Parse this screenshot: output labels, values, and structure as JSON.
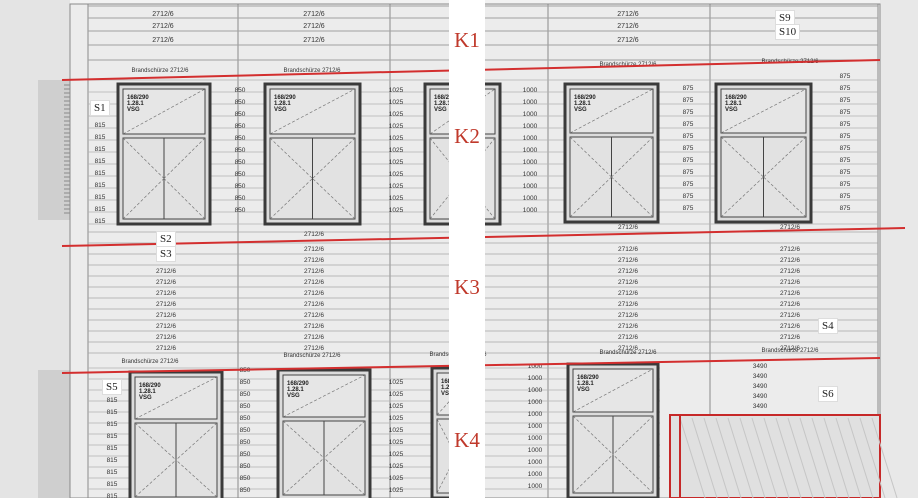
{
  "zones": {
    "k1": "K1",
    "k2": "K2",
    "k3": "K3",
    "k4": "K4"
  },
  "sections": {
    "s1": "S1",
    "s2": "S2",
    "s3": "S3",
    "s4": "S4",
    "s5": "S5",
    "s6": "S6",
    "s9": "S9",
    "s10": "S10"
  },
  "text": {
    "row_value": "2712/6",
    "fire_wall": "Brandschürze 2712/6",
    "window_tag": "168/290\n1.28.1\nVSG",
    "w1000": "1000",
    "w1025": "1025",
    "w850": "850",
    "w875": "875",
    "w815": "815",
    "w3490": "3490"
  },
  "colors": {
    "accent": "#d32f2f",
    "zone_label": "#c0392b",
    "grid": "#8a8a8a",
    "background": "#f2f2f2"
  }
}
